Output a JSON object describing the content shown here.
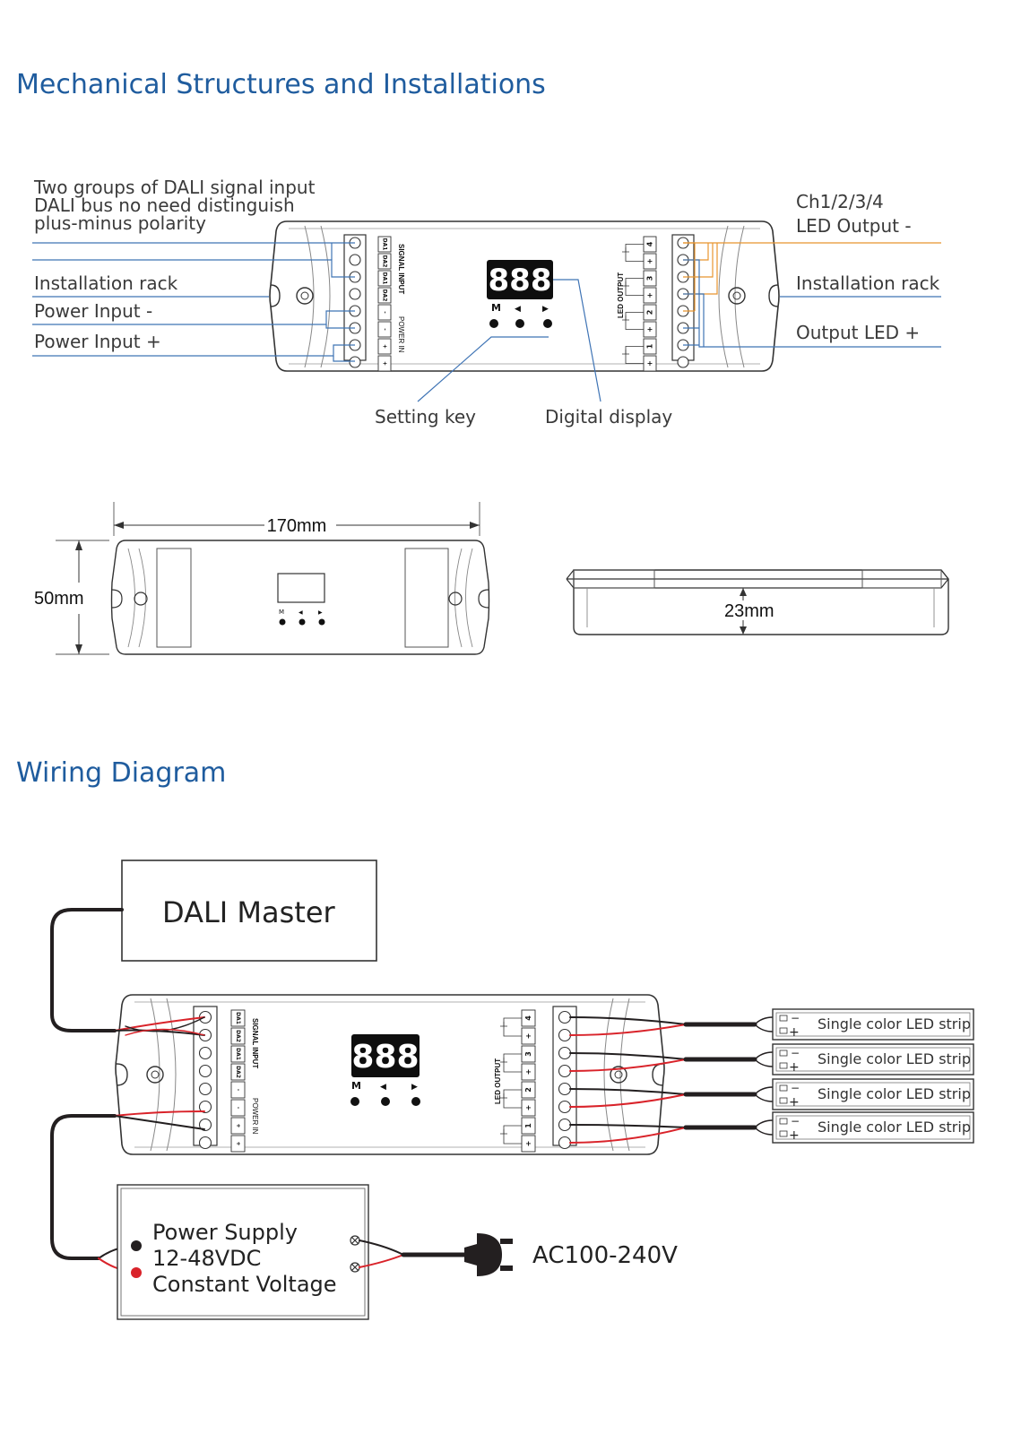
{
  "sections": {
    "mechanical_title": "Mechanical Structures and Installations",
    "wiring_title": "Wiring Diagram"
  },
  "callouts": {
    "dali_input_line1": "Two groups of DALI signal input",
    "dali_input_line2": "DALI bus no need distinguish",
    "dali_input_line3": "plus-minus polarity",
    "installation_rack_left": "Installation rack",
    "power_input_minus": "Power Input -",
    "power_input_plus": "Power Input +",
    "ch_output_line1": "Ch1/2/3/4",
    "ch_output_line2": "LED Output -",
    "installation_rack_right": "Installation rack",
    "output_led_plus": "Output LED +",
    "setting_key": "Setting key",
    "digital_display": "Digital display"
  },
  "device": {
    "display_digits": "888",
    "key_m": "M",
    "key_left": "◀",
    "key_right": "▶",
    "signal_input_label": "SIGNAL INPUT",
    "power_in_label": "POWER IN",
    "led_output_label": "LED OUTPUT",
    "input_terminals": [
      "DA1",
      "DA2",
      "DA1",
      "DA2",
      "-",
      "-",
      "+",
      "+"
    ],
    "output_channels": [
      "4",
      "3",
      "2",
      "1"
    ],
    "plus_sign": "+"
  },
  "dimensions": {
    "length": "170mm",
    "width": "50mm",
    "height": "23mm"
  },
  "wiring": {
    "dali_master": "DALI Master",
    "psu_line1": "Power Supply",
    "psu_line2": "12-48VDC",
    "psu_line3": "Constant Voltage",
    "ac_label": "AC100-240V",
    "strip_label": "Single color LED strip",
    "strips": [
      "Single color LED strip",
      "Single color LED strip",
      "Single color LED strip",
      "Single color LED strip"
    ],
    "strip_minus": "−",
    "strip_plus": "+"
  },
  "colors": {
    "title_blue": "#1f5c9e",
    "callout_blue": "#3f74b5",
    "callout_orange": "#e8952f",
    "wire_red": "#d9232a",
    "wire_black": "#231f20"
  }
}
